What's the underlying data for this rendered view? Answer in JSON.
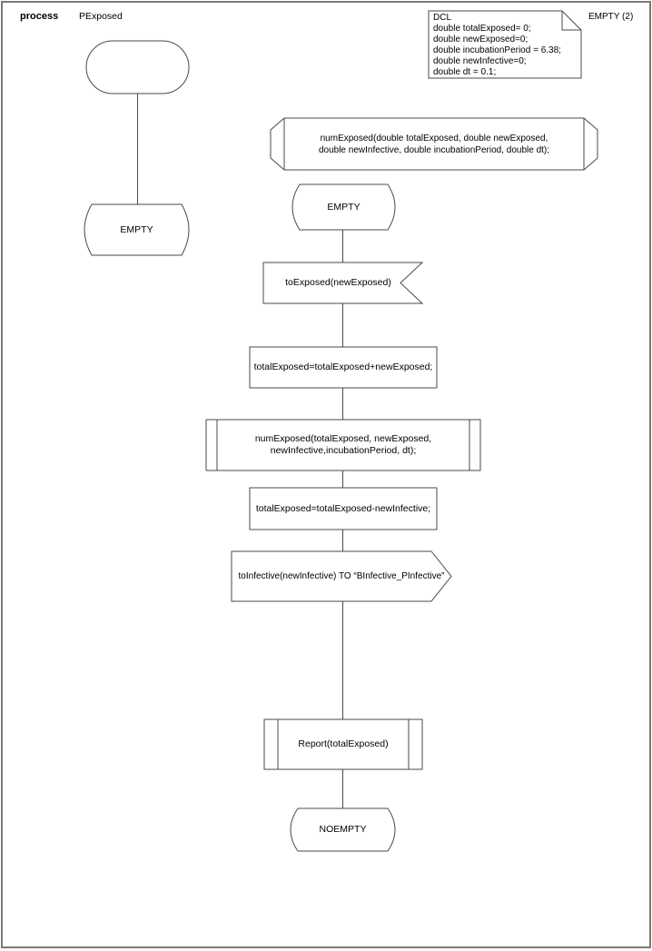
{
  "page": {
    "process_keyword": "process",
    "process_name": "PExposed",
    "corner_label": "EMPTY (2)"
  },
  "declarations_note": {
    "text": "DCL\ndouble totalExposed= 0;\ndouble newExposed=0;\ndouble incubationPeriod = 6.38;\ndouble newInfective=0;\ndouble dt = 0.1;"
  },
  "left_branch": {
    "state_label": "EMPTY"
  },
  "procedure_declaration": {
    "text": "numExposed(double totalExposed, double newExposed,\ndouble newInfective, double incubationPeriod, double dt);"
  },
  "flow": {
    "state_start": "EMPTY",
    "input_signal": "toExposed(newExposed)",
    "task_add": "totalExposed=totalExposed+newExposed;",
    "procedure_call": "numExposed(totalExposed, newExposed,\nnewInfective,incubationPeriod, dt);",
    "task_subtract": "totalExposed=totalExposed-newInfective;",
    "output_signal": "toInfective(newInfective) TO “BInfective_PInfective”",
    "report_call": "Report(totalExposed)",
    "state_end": "NOEMPTY"
  },
  "colors": {
    "shape_stroke": "#4a4a4a",
    "page_border": "#7a7a7a",
    "text": "#000000",
    "background": "#ffffff"
  }
}
